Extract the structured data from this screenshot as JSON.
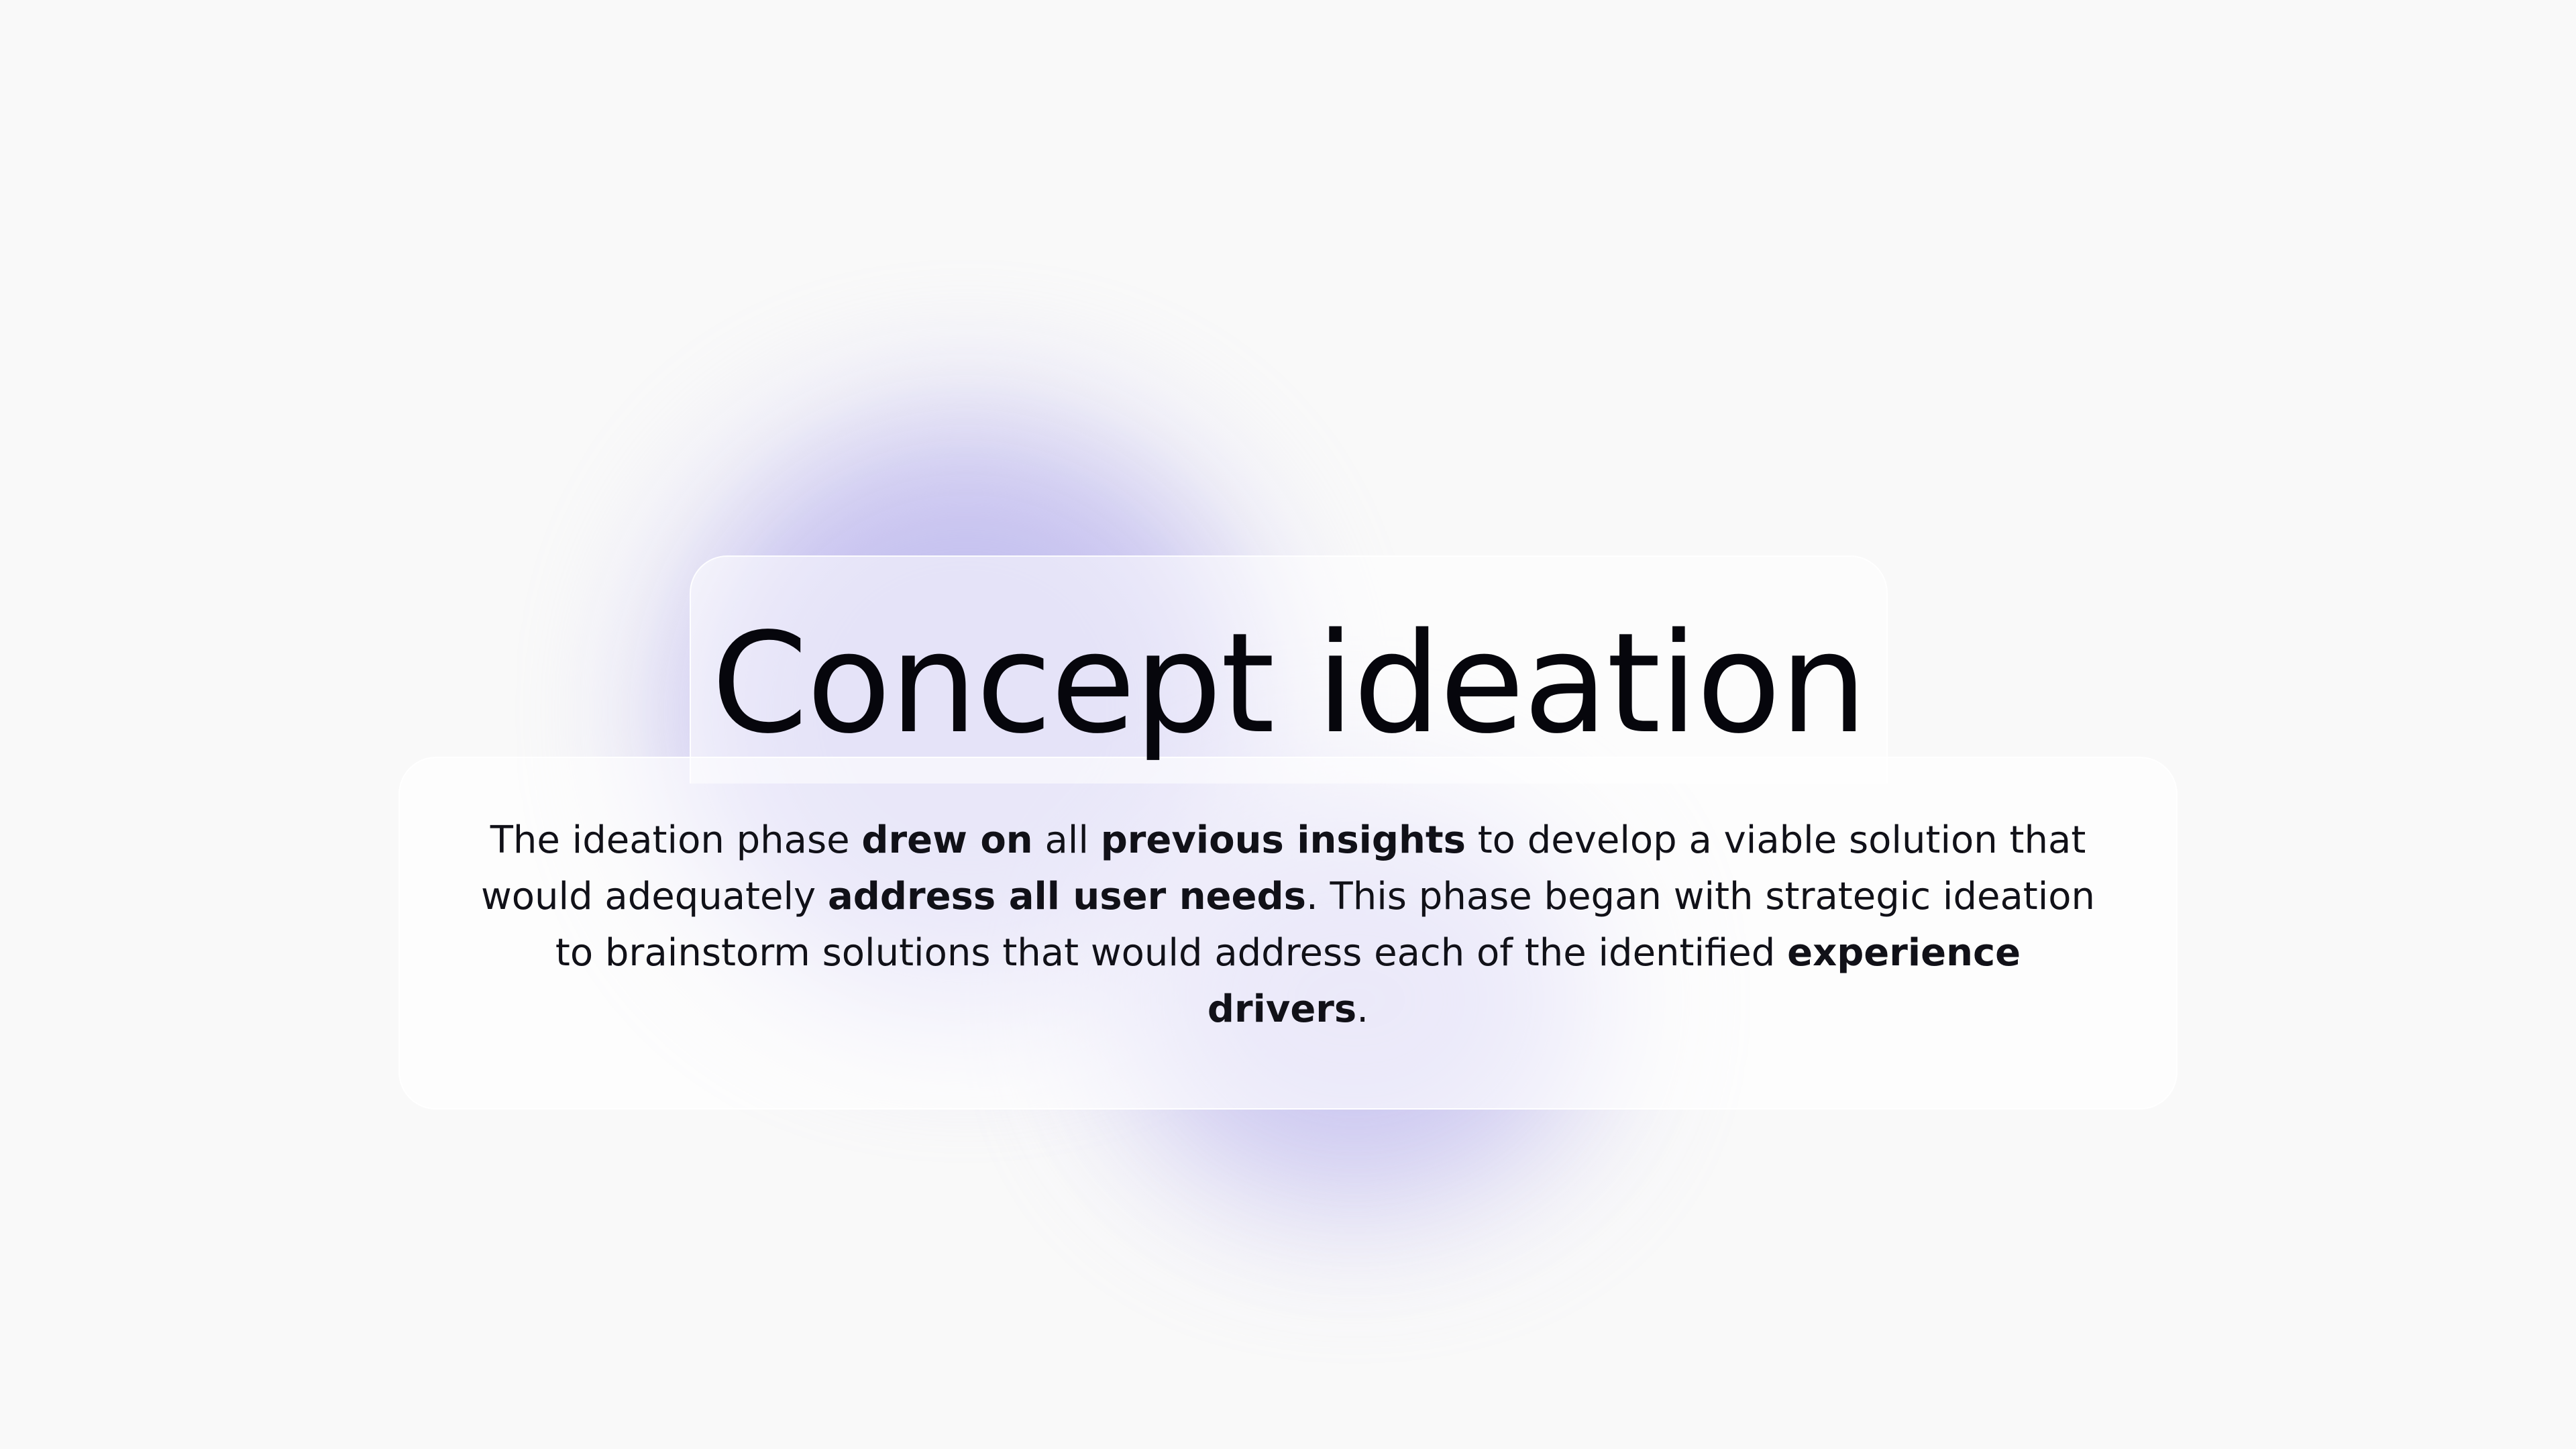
{
  "colors": {
    "background": "#f9f9f9",
    "accent_glow": "#c3beef",
    "text": "#0b0b12"
  },
  "title": "Concept ideation",
  "body": {
    "seg_1": "The ideation phase ",
    "seg_2": "drew on",
    "seg_3": " all ",
    "seg_4": "previous insights",
    "seg_5": " to develop a viable solution that would adequately ",
    "seg_6": "address all user needs",
    "seg_7": ". This phase began with strategic ideation to brainstorm solutions that would address each of the identified ",
    "seg_8": "experience drivers",
    "seg_9": "."
  }
}
